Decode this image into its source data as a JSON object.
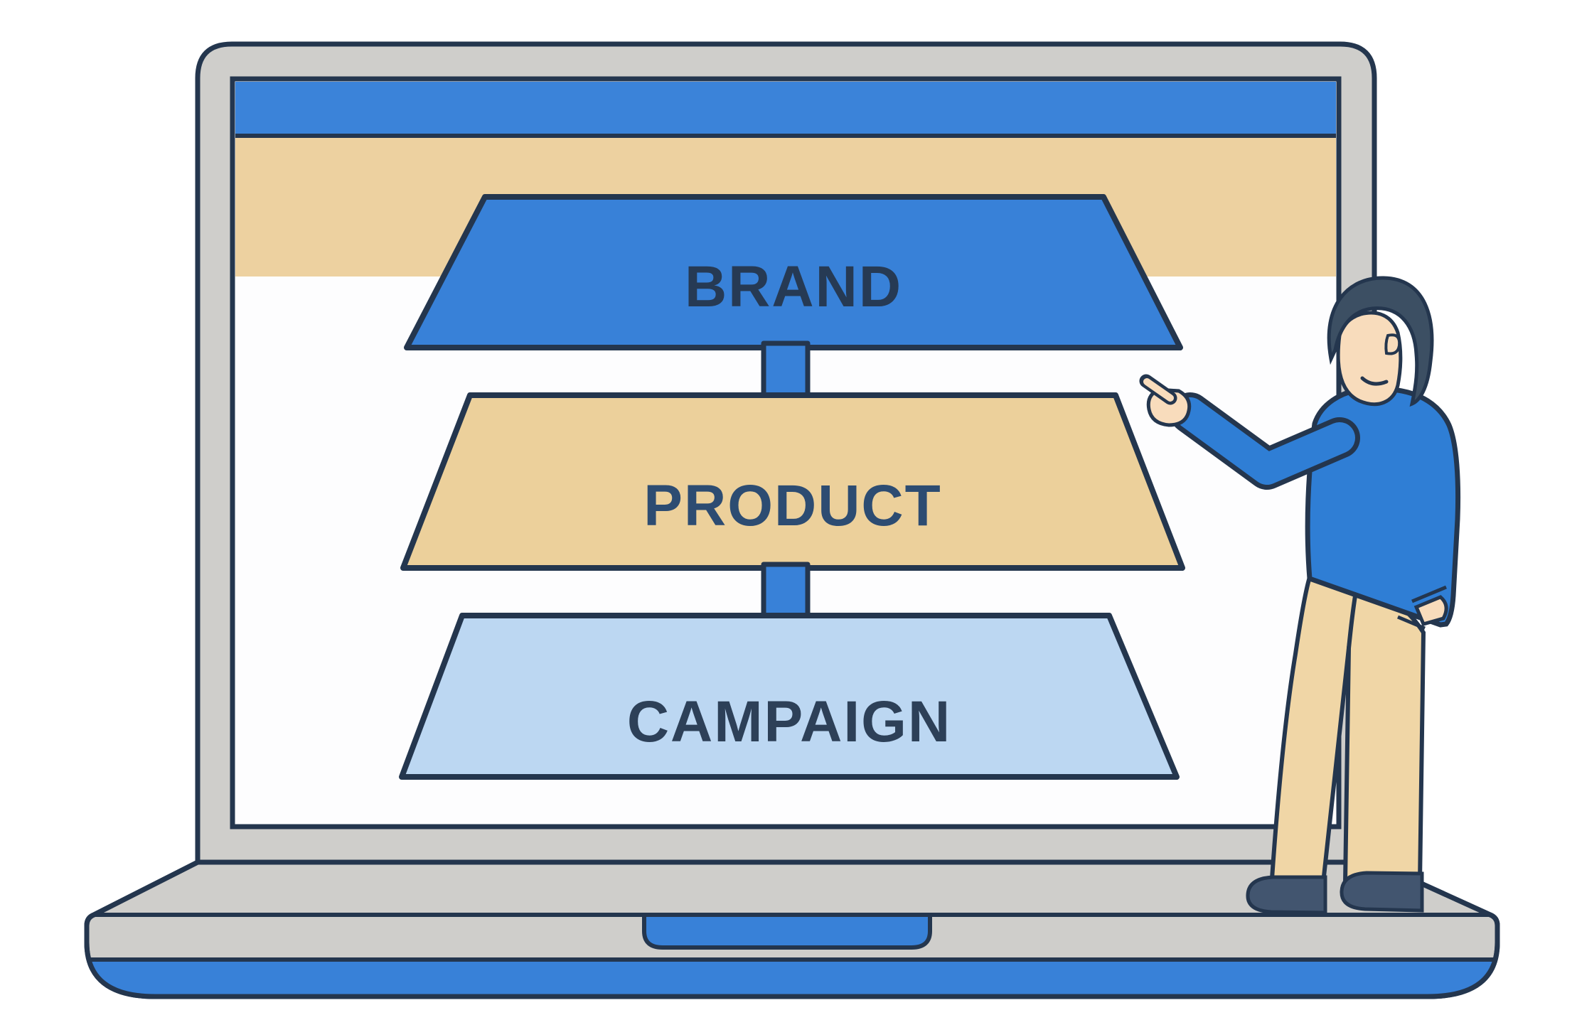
{
  "scene": {
    "description": "Flat illustration of a presenter pointing at a laptop screen that shows a three-level marketing funnel"
  },
  "funnel": {
    "levels": [
      {
        "label": "BRAND",
        "fill": "#3881d8",
        "text_color": "#263a54"
      },
      {
        "label": "PRODUCT",
        "fill": "#ecd09b",
        "text_color": "#2d4c72"
      },
      {
        "label": "CAMPAIGN",
        "fill": "#bcd7f2",
        "text_color": "#2d4058"
      }
    ],
    "arrow_fill": "#3881d8"
  },
  "laptop": {
    "top_bar_fill": "#3b83d9",
    "banner_fill": "#edd1a0",
    "screen_fill": "#fdfdfe",
    "body_fill": "#cfcecb",
    "outline": "#24364e",
    "base_stripe_fill": "#3881d8",
    "notch_fill": "#3881d8"
  },
  "person": {
    "sweater_fill": "#2f7ed5",
    "pants_fill": "#f0d6a6",
    "skin_fill": "#f8dcbc",
    "hair_fill": "#3c4f63",
    "shoe_fill": "#42556f"
  }
}
